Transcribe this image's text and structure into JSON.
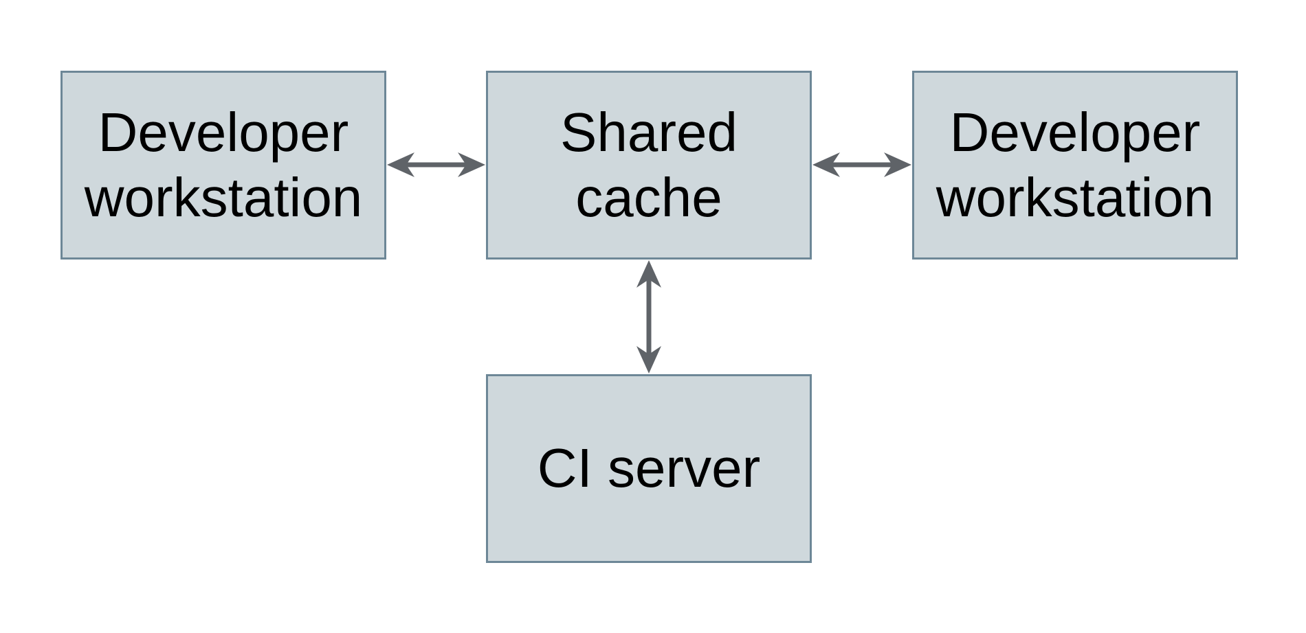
{
  "diagram": {
    "nodes": {
      "workstation_left": {
        "label": "Developer\nworkstation"
      },
      "shared_cache": {
        "label": "Shared\ncache"
      },
      "workstation_right": {
        "label": "Developer\nworkstation"
      },
      "ci_server": {
        "label": "CI server"
      }
    },
    "edges": [
      {
        "from": "workstation_left",
        "to": "shared_cache",
        "direction": "bidirectional"
      },
      {
        "from": "shared_cache",
        "to": "workstation_right",
        "direction": "bidirectional"
      },
      {
        "from": "shared_cache",
        "to": "ci_server",
        "direction": "bidirectional"
      }
    ],
    "colors": {
      "background": "#ffffff",
      "node_fill": "#cfd8dc",
      "node_border": "#6d8797",
      "arrow": "#5f6368",
      "text": "#000000"
    }
  }
}
